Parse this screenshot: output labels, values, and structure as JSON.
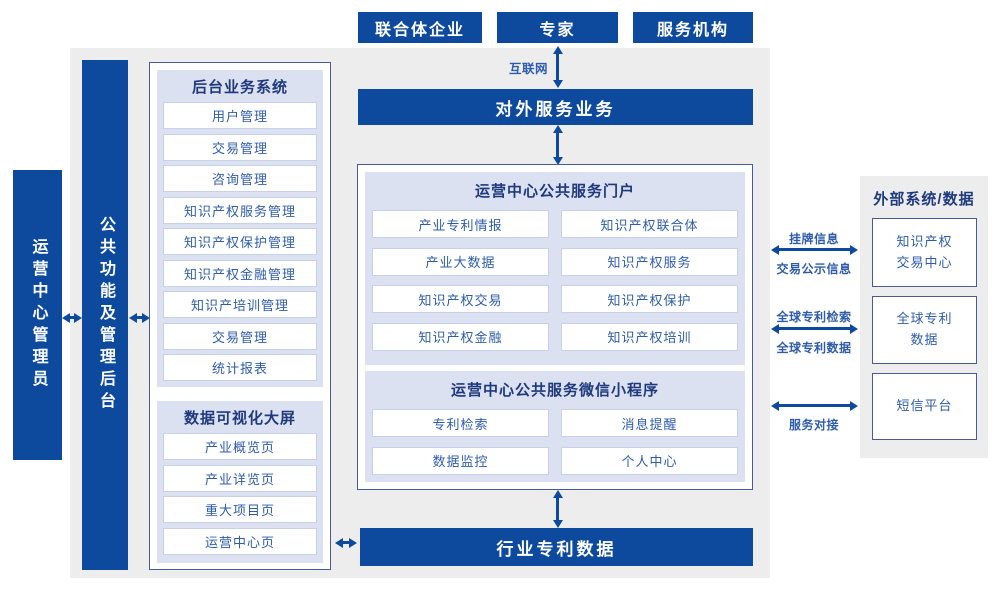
{
  "colors": {
    "primary_blue": "#0d4a9e",
    "heading_navy": "#1e3a7d",
    "item_text_blue": "#2e5cab",
    "section_bg": "#dce1f1",
    "panel_bg": "#ededed",
    "item_border": "#c9d1e8",
    "box_border": "#4a5a96"
  },
  "top_actors": [
    "联合体企业",
    "专家",
    "服务机构"
  ],
  "internet_label": "互联网",
  "external_service_bar": "对外服务业务",
  "admin_box": "运营中心管理员",
  "backend_bar": "公共功能及管理后台",
  "left_box": {
    "backend_system": {
      "title": "后台业务系统",
      "items": [
        "用户管理",
        "交易管理",
        "咨询管理",
        "知识产权服务管理",
        "知识产权保护管理",
        "知识产权金融管理",
        "知识产培训管理",
        "交易管理",
        "统计报表"
      ]
    },
    "dataviz": {
      "title": "数据可视化大屏",
      "items": [
        "产业概览页",
        "产业详览页",
        "重大项目页",
        "运营中心页"
      ]
    }
  },
  "center_box": {
    "portal": {
      "title": "运营中心公共服务门户",
      "rows": [
        [
          "产业专利情报",
          "知识产权联合体"
        ],
        [
          "产业大数据",
          "知识产权服务"
        ],
        [
          "知识产权交易",
          "知识产权保护"
        ],
        [
          "知识产权金融",
          "知识产权培训"
        ]
      ]
    },
    "miniapp": {
      "title": "运营中心公共服务微信小程序",
      "rows": [
        [
          "专利检索",
          "消息提醒"
        ],
        [
          "数据监控",
          "个人中心"
        ]
      ]
    }
  },
  "industry_bar": "行业专利数据",
  "external_panel": {
    "title": "外部系统/数据",
    "systems": [
      "知识产权交易中心",
      "全球专利数据",
      "短信平台"
    ]
  },
  "link_labels": {
    "listing_top": "挂牌信息",
    "listing_bottom": "交易公示信息",
    "patent_top": "全球专利检索",
    "patent_bottom": "全球专利数据",
    "service": "服务对接"
  }
}
